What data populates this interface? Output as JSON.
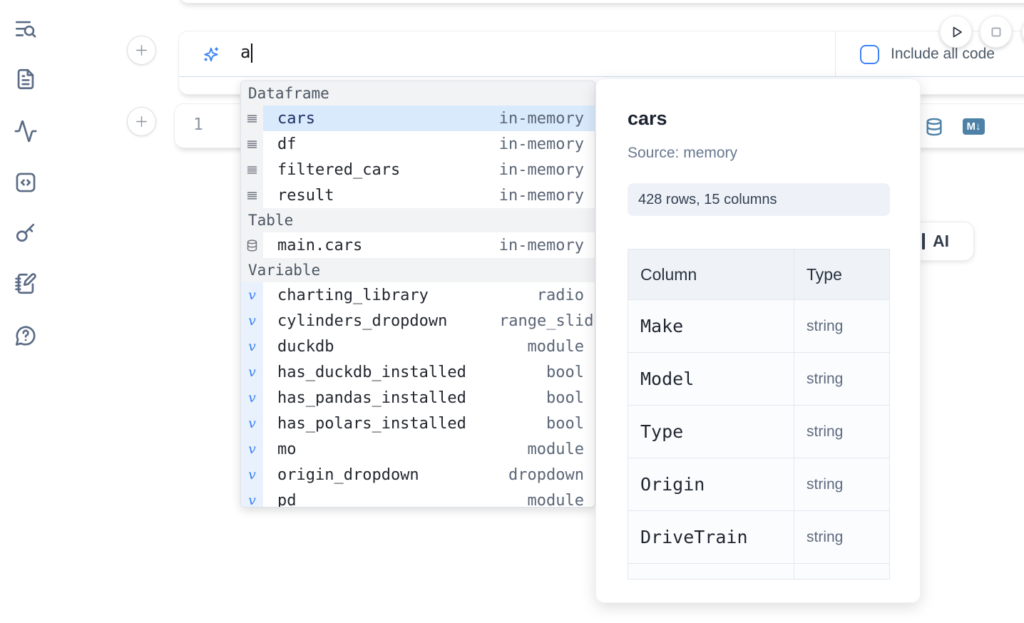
{
  "colors": {
    "accent_blue": "#3b82f6",
    "steel_blue": "#4d81a7",
    "selection_bg": "#d9eafc",
    "sidebar_icon": "#5b6b85"
  },
  "sidebar": {
    "icons": [
      "list-search-icon",
      "file-text-icon",
      "activity-icon",
      "code-snippets-icon",
      "key-icon",
      "notebook-pen-icon",
      "help-chat-icon"
    ]
  },
  "run_controls": {
    "run_icon": "play-icon",
    "stop_icon": "stop-icon"
  },
  "add_cell_buttons": {
    "top_label": "+",
    "bottom_label": "+"
  },
  "ai_cell": {
    "sparkle_icon": "sparkles-icon",
    "prompt_value": "a",
    "checkbox_label": "Include all code",
    "checkbox_checked": false
  },
  "code_cell": {
    "line_number": "1",
    "database_icon": "database-icon",
    "markdown_badge": "M↓"
  },
  "completion_menu": {
    "sections": [
      {
        "label": "Dataframe",
        "items": [
          {
            "icon": "dataframe",
            "name": "cars",
            "type": "in-memory",
            "selected": true
          },
          {
            "icon": "dataframe",
            "name": "df",
            "type": "in-memory"
          },
          {
            "icon": "dataframe",
            "name": "filtered_cars",
            "type": "in-memory"
          },
          {
            "icon": "dataframe",
            "name": "result",
            "type": "in-memory"
          }
        ]
      },
      {
        "label": "Table",
        "items": [
          {
            "icon": "table",
            "name": "main.cars",
            "type": "in-memory"
          }
        ]
      },
      {
        "label": "Variable",
        "items": [
          {
            "icon": "variable",
            "name": "charting_library",
            "type": "radio"
          },
          {
            "icon": "variable",
            "name": "cylinders_dropdown",
            "type": "range_slider",
            "clipped": true
          },
          {
            "icon": "variable",
            "name": "duckdb",
            "type": "module"
          },
          {
            "icon": "variable",
            "name": "has_duckdb_installed",
            "type": "bool"
          },
          {
            "icon": "variable",
            "name": "has_pandas_installed",
            "type": "bool"
          },
          {
            "icon": "variable",
            "name": "has_polars_installed",
            "type": "bool"
          },
          {
            "icon": "variable",
            "name": "mo",
            "type": "module"
          },
          {
            "icon": "variable",
            "name": "origin_dropdown",
            "type": "dropdown"
          },
          {
            "icon": "variable",
            "name": "pd",
            "type": "module"
          }
        ]
      }
    ]
  },
  "detail_panel": {
    "title": "cars",
    "source_label": "Source: memory",
    "shape_badge": "428 rows, 15 columns",
    "table": {
      "headers": [
        "Column",
        "Type"
      ],
      "rows": [
        {
          "column": "Make",
          "type": "string"
        },
        {
          "column": "Model",
          "type": "string"
        },
        {
          "column": "Type",
          "type": "string"
        },
        {
          "column": "Origin",
          "type": "string"
        },
        {
          "column": "DriveTrain",
          "type": "string"
        }
      ]
    }
  },
  "generate_ai_button": {
    "visible_label": "AI"
  }
}
